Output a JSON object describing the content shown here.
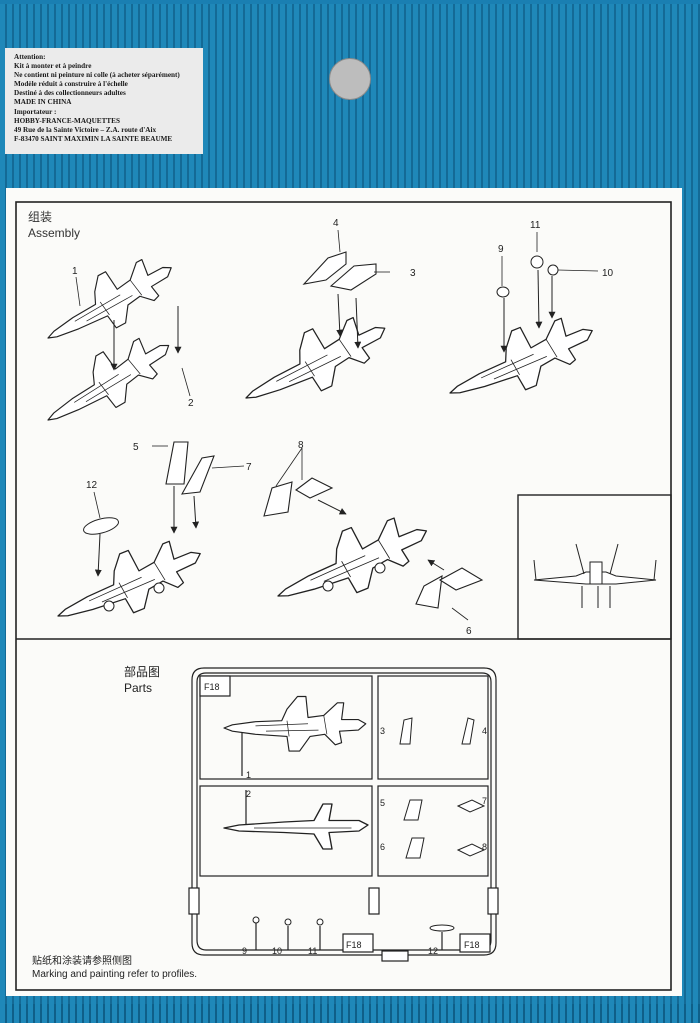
{
  "label": {
    "lines": [
      "Attention:",
      "Kit à monter et à peindre",
      "Ne contient ni peinture ni colle (à acheter séparément)",
      "Modèle réduit à construire à l'échelle",
      "Destiné à des collectionneurs adultes",
      "MADE IN CHINA",
      "Importateur :",
      "HOBBY-FRANCE-MAQUETTES",
      "49 Rue de la Sainte Victoire – Z.A. route d'Aix",
      "F-83470 SAINT MAXIMIN LA SAINTE BEAUME"
    ]
  },
  "assembly": {
    "title_cn": "组装",
    "title_en": "Assembly",
    "callouts": [
      "1",
      "2",
      "3",
      "4",
      "5",
      "6",
      "7",
      "8",
      "9",
      "10",
      "11",
      "12"
    ]
  },
  "parts": {
    "title_cn": "部品图",
    "title_en": "Parts",
    "sprue_code": "F18",
    "part_numbers": [
      "1",
      "2",
      "3",
      "4",
      "5",
      "6",
      "7",
      "8",
      "9",
      "10",
      "11",
      "12"
    ]
  },
  "footer": {
    "note_cn": "贴纸和涂装请参照侧图",
    "note_en": "Marking and painting refer to profiles."
  },
  "colors": {
    "box_blue": "#1f88b9",
    "paper": "#fbfbf9",
    "ink": "#222222"
  }
}
